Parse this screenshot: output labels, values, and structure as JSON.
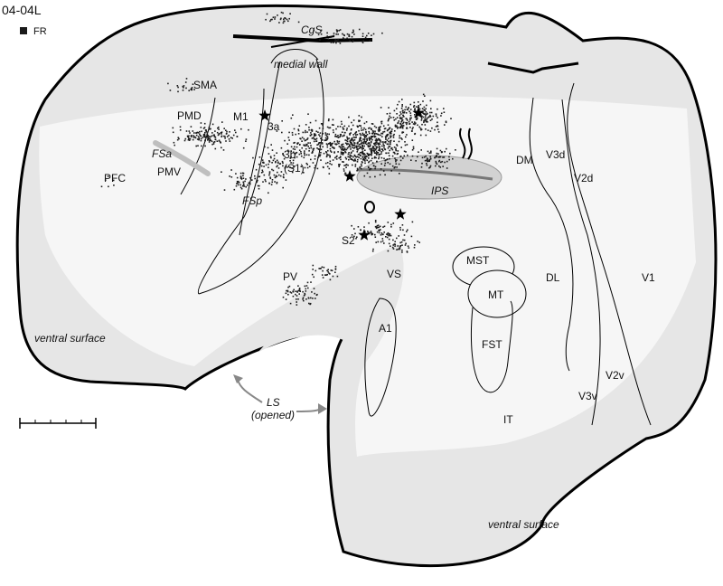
{
  "figure": {
    "id_label": "04-04L",
    "legend": {
      "label": "FR",
      "color": "#1a1a1a"
    }
  },
  "areas": {
    "PFC": "PFC",
    "PMD": "PMD",
    "PMV": "PMV",
    "SMA": "SMA",
    "M1": "M1",
    "A3a": "3a",
    "A3b": "3b",
    "S1": "(S1)",
    "S2": "S2",
    "PV": "PV",
    "VS": "VS",
    "A1": "A1",
    "MST": "MST",
    "MT": "MT",
    "FST": "FST",
    "DL": "DL",
    "DM": "DM",
    "V3d": "V3d",
    "V2d": "V2d",
    "V1": "V1",
    "V2v": "V2v",
    "V3v": "V3v",
    "IT": "IT"
  },
  "sulci": {
    "CgS": "CgS",
    "IPS": "IPS",
    "FSa": "FSa",
    "FSp": "FSp",
    "medial_wall": "medial wall",
    "LS": "LS",
    "LS_sub": "(opened)",
    "ventral_left": "ventral surface",
    "ventral_bottom": "ventral surface"
  },
  "colors": {
    "cortex_fill": "#e6e6e6",
    "highlight": "#f6f6f6",
    "outline": "#000000",
    "dots": "#1a1a1a",
    "ips_fill": "#d2d2d2",
    "ips_line": "#777777",
    "arrow": "#888888"
  },
  "stars": [
    {
      "area": "M1"
    },
    {
      "area": "3b"
    },
    {
      "area": "IPS"
    },
    {
      "area": "S2"
    },
    {
      "area": "S2"
    }
  ]
}
